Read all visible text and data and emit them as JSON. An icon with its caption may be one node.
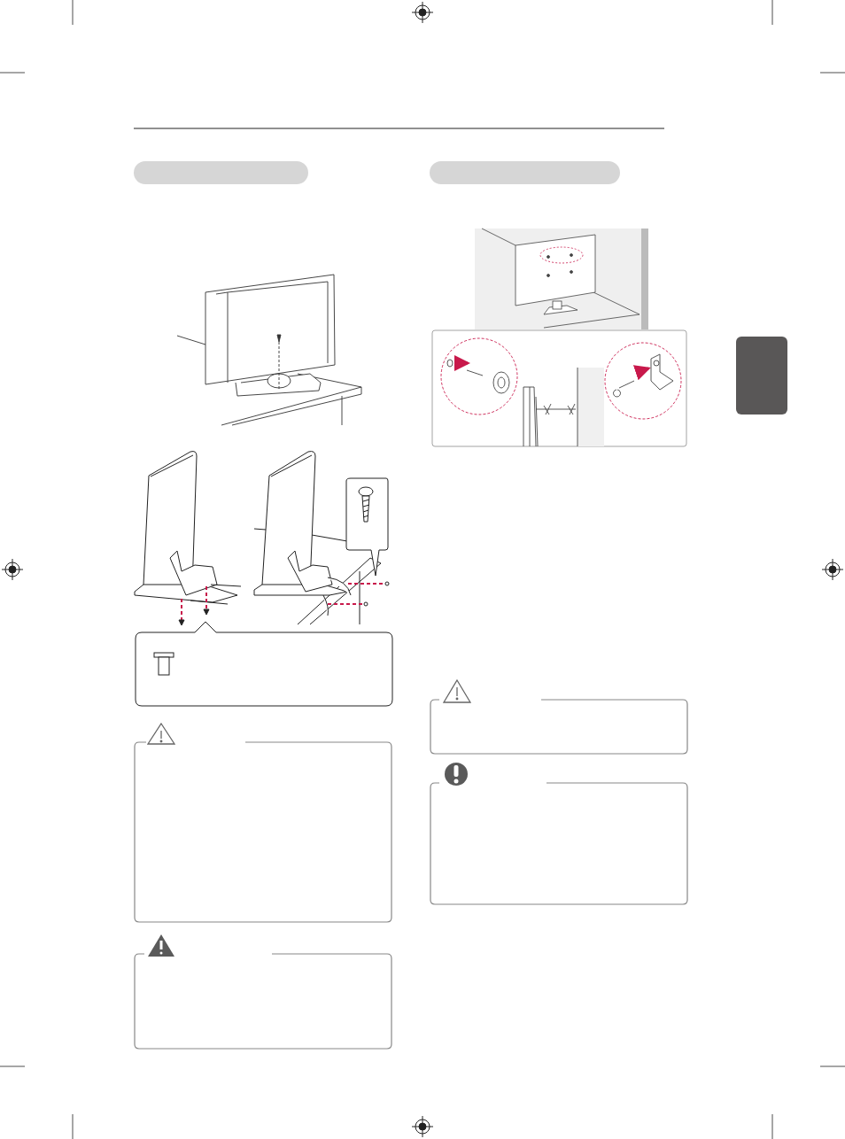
{
  "diagram": {
    "nodes": [
      {
        "text": [],
        "shape": "bar"
      },
      {
        "text": [],
        "shape": "bar"
      },
      {
        "text": [],
        "shape": "box"
      }
    ]
  }
}
